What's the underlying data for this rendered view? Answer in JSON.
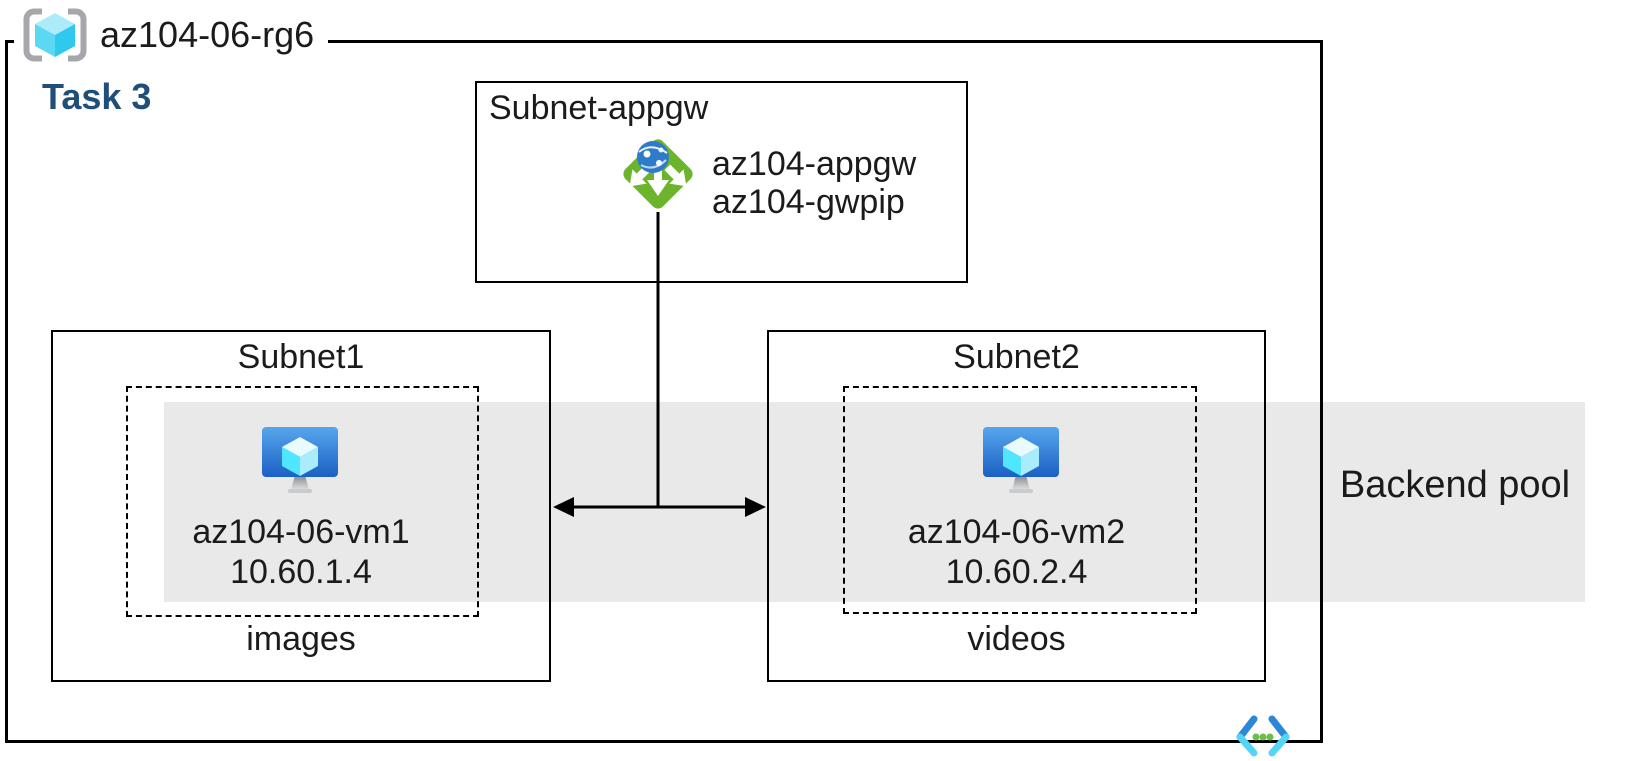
{
  "resource_group": {
    "name": "az104-06-rg6",
    "icon": "resource-group-icon"
  },
  "task_label": "Task 3",
  "appgw_subnet": {
    "title": "Subnet-appgw",
    "icon": "application-gateway-icon",
    "gateway_name": "az104-appgw",
    "gateway_public_ip": "az104-gwpip"
  },
  "subnet1": {
    "title": "Subnet1",
    "vm": {
      "icon": "virtual-machine-icon",
      "name": "az104-06-vm1",
      "ip": "10.60.1.4"
    },
    "storage_label": "images"
  },
  "subnet2": {
    "title": "Subnet2",
    "vm": {
      "icon": "virtual-machine-icon",
      "name": "az104-06-vm2",
      "ip": "10.60.2.4"
    },
    "storage_label": "videos"
  },
  "backend_pool_label": "Backend pool",
  "vnet_icon": "virtual-network-icon",
  "colors": {
    "task_text": "#1F4E79",
    "backend_band": "#E9E9E9",
    "border_black": "#000000",
    "appgw_green": "#6CB42C",
    "appgw_globe_blue": "#2E7CC8",
    "vm_screen_top": "#57A6EC",
    "vm_screen_bottom": "#1B60C4",
    "cube_cyan_left": "#50E6FF",
    "cube_cyan_right": "#A9ECFB",
    "cube_top": "#E9FBFE",
    "rg_bracket_gray": "#A5A7AA",
    "vnet_blue": "#2B87D8",
    "vnet_cyan": "#55D4F6",
    "vnet_dot_green": "#6CBE44"
  }
}
